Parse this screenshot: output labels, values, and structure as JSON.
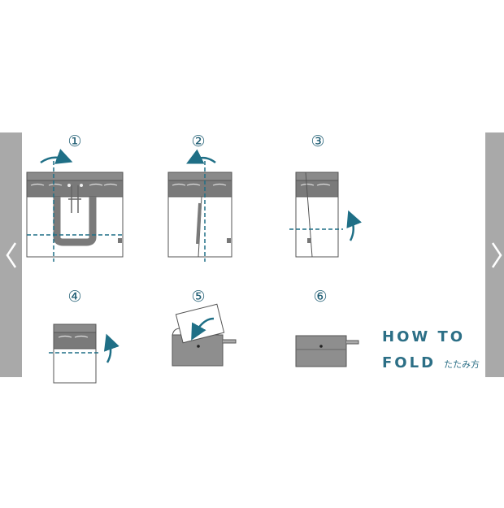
{
  "steps": [
    {
      "number": "①"
    },
    {
      "number": "②"
    },
    {
      "number": "③"
    },
    {
      "number": "④"
    },
    {
      "number": "⑤"
    },
    {
      "number": "⑥"
    }
  ],
  "title": {
    "line1": "HOW TO",
    "line2": "FOLD",
    "japanese": "たたみ方"
  },
  "navigation": {
    "prev_icon": "chevron-left-icon",
    "next_icon": "chevron-right-icon"
  },
  "colors": {
    "accent": "#1f6f86",
    "bag_gray": "#8e8e8e",
    "band_gray": "#7d7d7d",
    "nav_gray": "#a9a9a9"
  }
}
